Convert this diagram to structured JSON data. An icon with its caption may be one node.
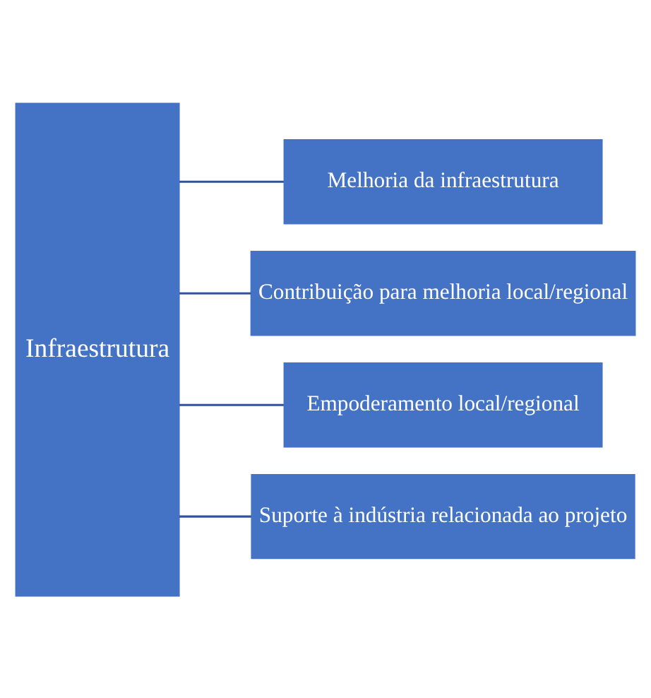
{
  "diagram": {
    "nodes": [
      {
        "text": [
          "Infraestrutura"
        ]
      },
      {
        "text": [
          "Melhoria da infraestrutura"
        ]
      },
      {
        "text": [
          "Contribuição para melhoria local/regional"
        ]
      },
      {
        "text": [
          "Empoderamento local/regional"
        ]
      },
      {
        "text": [
          "Suporte à indústria relacionada ao projeto"
        ]
      }
    ],
    "edges": [
      {
        "from": 0,
        "to": 1,
        "arrow": "none"
      },
      {
        "from": 0,
        "to": 2,
        "arrow": "none"
      },
      {
        "from": 0,
        "to": 3,
        "arrow": "none"
      },
      {
        "from": 0,
        "to": 4,
        "arrow": "none"
      }
    ]
  }
}
